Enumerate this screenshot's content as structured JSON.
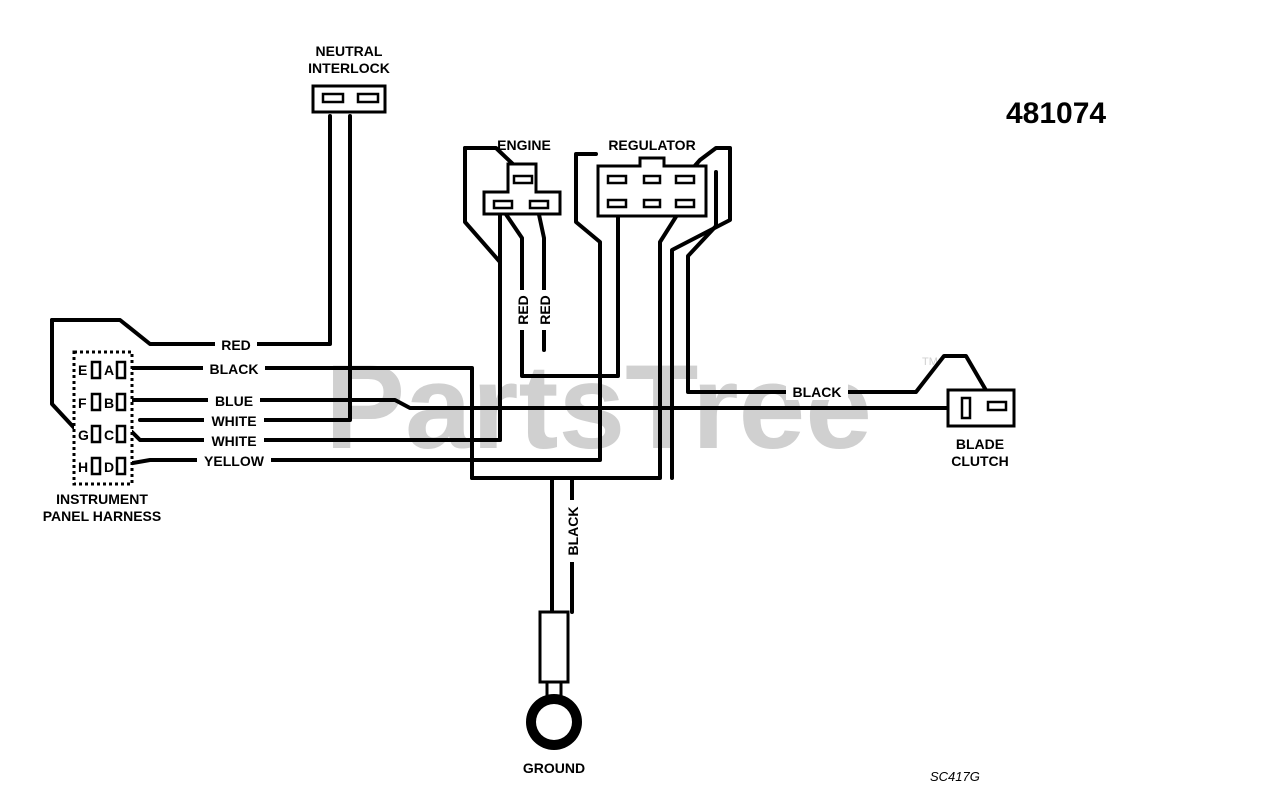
{
  "diagram": {
    "part_number": "481074",
    "drawing_code": "SC417G",
    "watermark": "PartsTree",
    "watermark_tm": "TM",
    "components": {
      "neutral_interlock": [
        "NEUTRAL",
        "INTERLOCK"
      ],
      "engine": "ENGINE",
      "regulator": "REGULATOR",
      "blade_clutch": [
        "BLADE",
        "CLUTCH"
      ],
      "instrument_panel_harness": [
        "INSTRUMENT",
        "PANEL HARNESS"
      ],
      "ground": "GROUND"
    },
    "harness_pins": {
      "left": [
        "E",
        "F",
        "G",
        "H"
      ],
      "right": [
        "A",
        "B",
        "C",
        "D"
      ]
    },
    "wire_labels": {
      "red": "RED",
      "black_a": "BLACK",
      "blue": "BLUE",
      "white_1": "WHITE",
      "white_2": "WHITE",
      "yellow": "YELLOW",
      "red_v1": "RED",
      "red_v2": "RED",
      "black_clutch": "BLACK",
      "black_ground": "BLACK"
    }
  }
}
